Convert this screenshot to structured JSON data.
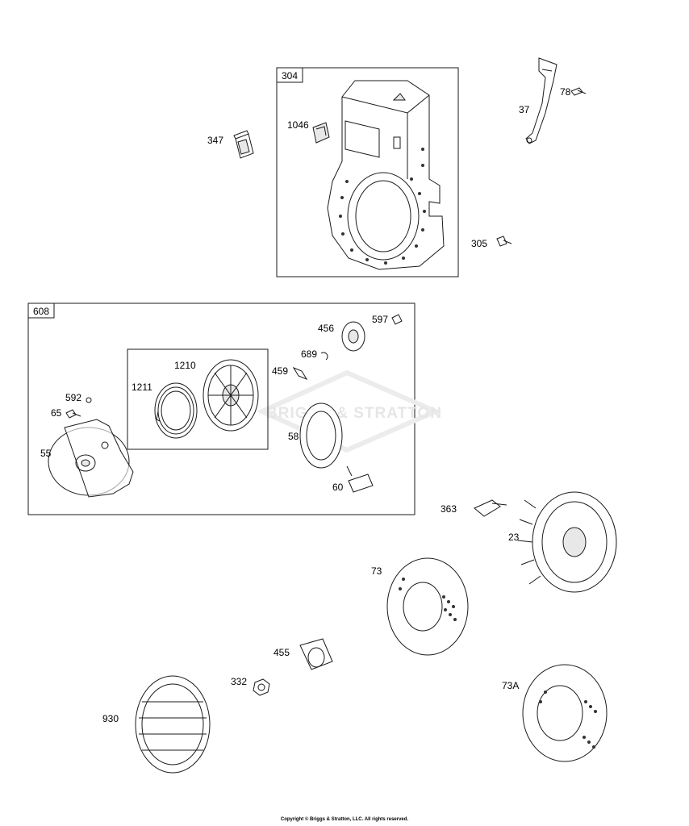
{
  "copyright": "Copyright © Briggs & Stratton, LLC. All rights reserved.",
  "watermark": "BRIGGS & STRATTON",
  "colors": {
    "line": "#1a1a1a",
    "watermark": "#e6e6e6",
    "background": "#ffffff"
  },
  "groups": {
    "blower_housing": "304",
    "rewind_starter": "608"
  },
  "labels": {
    "p347": "347",
    "p1046": "1046",
    "p37": "37",
    "p78": "78",
    "p305": "305",
    "p456": "456",
    "p597": "597",
    "p689": "689",
    "p459": "459",
    "p1210": "1210",
    "p1211": "1211",
    "p592": "592",
    "p65": "65",
    "p55": "55",
    "p58": "58",
    "p60": "60",
    "p363": "363",
    "p23": "23",
    "p73": "73",
    "p455": "455",
    "p332": "332",
    "p930": "930",
    "p73A": "73A"
  }
}
